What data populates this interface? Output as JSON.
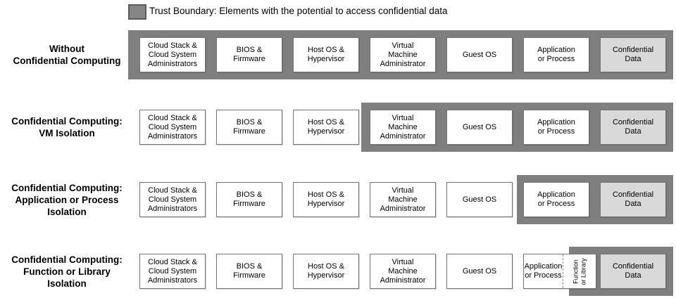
{
  "legend": {
    "label": "Trust Boundary: Elements with the potential to access confidential data",
    "swatch_meaning": "trust-boundary"
  },
  "colors": {
    "trust_boundary": "#7f7f7f",
    "box_fill": "#ffffff",
    "box_border": "#747474",
    "confidential_fill": "#d9d9d9",
    "text": "#000000",
    "background": "#ffffff"
  },
  "boxes": {
    "cloud_admins": "Cloud Stack &\nCloud System\nAdministrators",
    "bios_firmware": "BIOS &\nFirmware",
    "host_os": "Host OS &\nHypervisor",
    "vm_admin": "Virtual\nMachine\nAdministrator",
    "guest_os": "Guest OS",
    "app_process": "Application\nor Process",
    "function_library": "Function\nor Library",
    "confidential_data": "Confidential\nData"
  },
  "rows": [
    {
      "label": "Without\nConfidential Computing",
      "trust_boundary_covers": [
        "Cloud Stack & Cloud System Administrators",
        "BIOS & Firmware",
        "Host OS & Hypervisor",
        "Virtual Machine Administrator",
        "Guest OS",
        "Application or Process",
        "Confidential Data"
      ]
    },
    {
      "label": "Confidential Computing:\nVM Isolation",
      "trust_boundary_covers": [
        "Virtual Machine Administrator",
        "Guest OS",
        "Application or Process",
        "Confidential Data"
      ]
    },
    {
      "label": "Confidential Computing:\nApplication or Process\nIsolation",
      "trust_boundary_covers": [
        "Application or Process",
        "Confidential Data"
      ]
    },
    {
      "label": "Confidential Computing:\nFunction or Library\nIsolation",
      "trust_boundary_covers": [
        "Function or Library",
        "Confidential Data"
      ]
    }
  ]
}
